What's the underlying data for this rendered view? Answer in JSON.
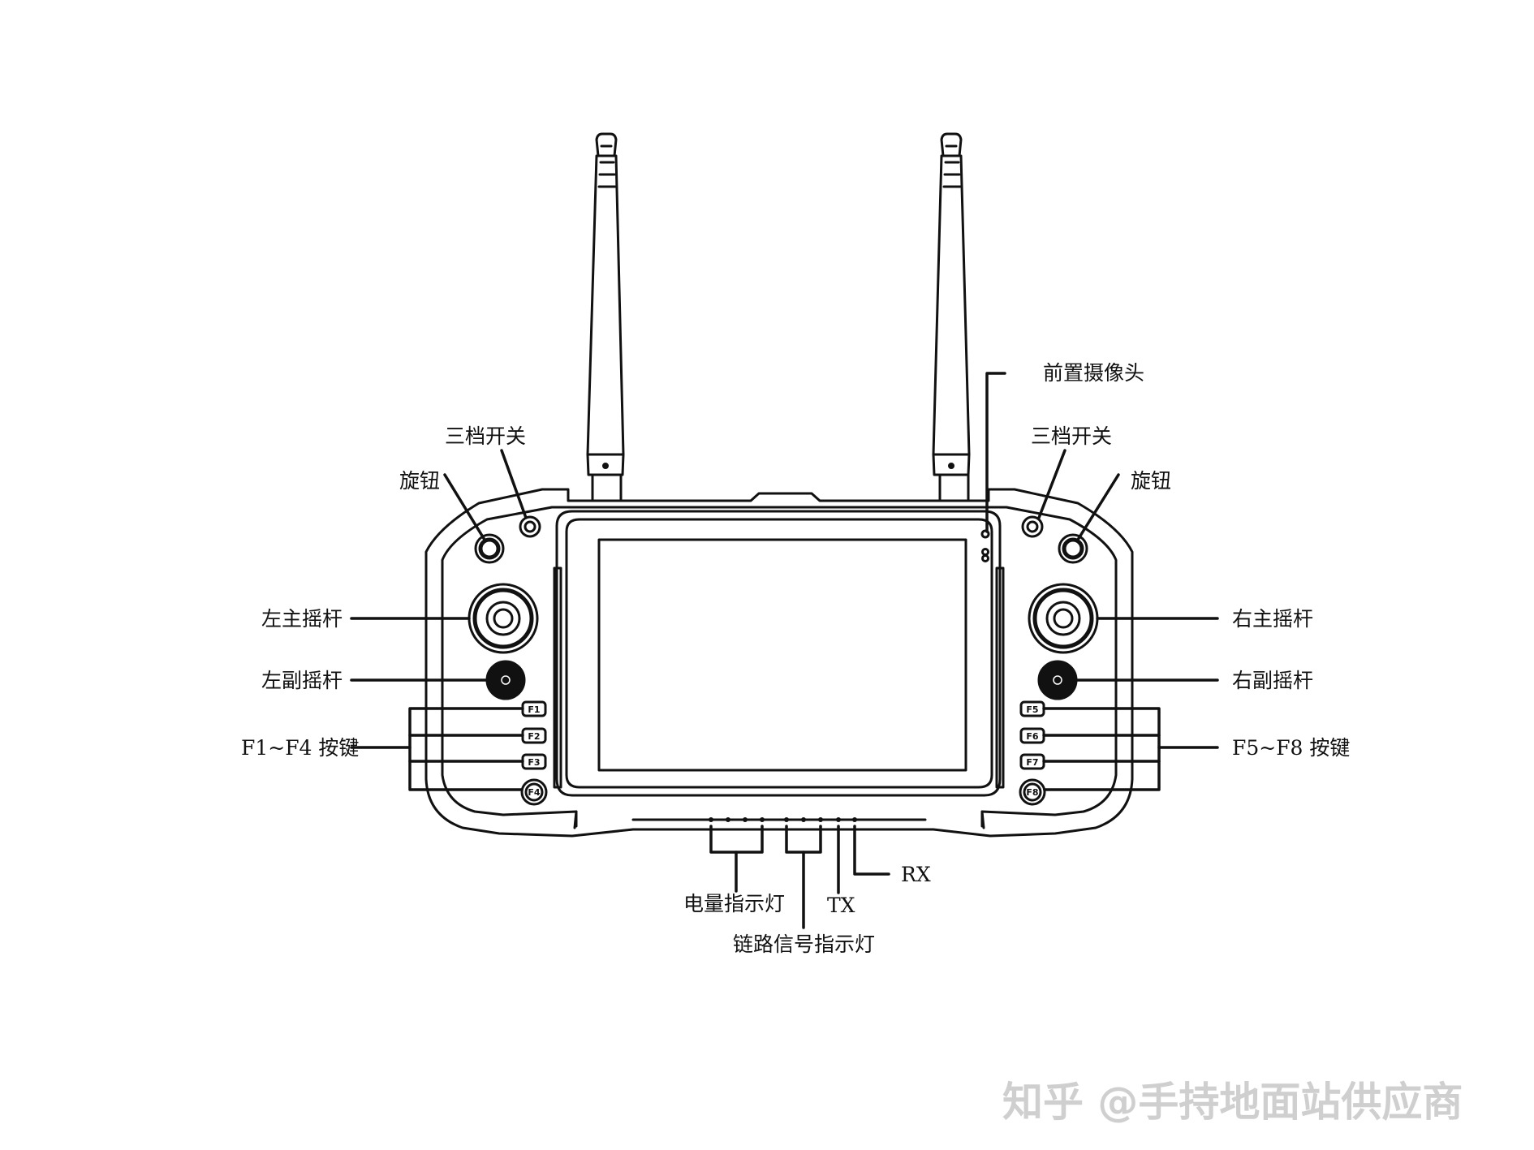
{
  "labels": {
    "front_camera": "前置摄像头",
    "three_switch_left": "三档开关",
    "three_switch_right": "三档开关",
    "knob_left": "旋钮",
    "knob_right": "旋钮",
    "left_main_stick": "左主摇杆",
    "right_main_stick": "右主摇杆",
    "left_sub_stick": "左副摇杆",
    "right_sub_stick": "右副摇杆",
    "keys_left": "F1~F4 按键",
    "keys_right": "F5~F8 按键",
    "rx": "RX",
    "tx": "TX",
    "power_indicator": "电量指示灯",
    "link_indicator": "链路信号指示灯"
  },
  "function_keys_left": [
    "F1",
    "F2",
    "F3",
    "F4"
  ],
  "function_keys_right": [
    "F5",
    "F6",
    "F7",
    "F8"
  ],
  "watermark": "知乎 @手持地面站供应商",
  "colors": {
    "line": "#111111",
    "watermark": "#cfcfcf",
    "background": "#ffffff"
  }
}
